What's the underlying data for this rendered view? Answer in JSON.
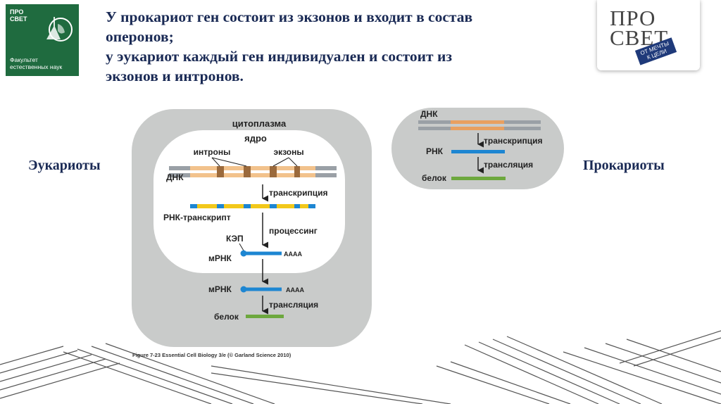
{
  "header": {
    "lines": [
      "У прокариот ген состоит из экзонов и входит в состав",
      "оперонов;",
      "у эукариот каждый ген индивидуален и состоит из",
      "экзонов и интронов."
    ]
  },
  "logo_left": {
    "brand": "ПРО СВЕТ",
    "faculty_line1": "Факультет",
    "faculty_line2": "естественных наук"
  },
  "logo_right": {
    "word_top": "ПРО",
    "word_bottom": "СВЕТ",
    "stamp_line1": "ОТ МЕЧТЫ",
    "stamp_line2": "К ЦЕЛИ"
  },
  "labels": {
    "eukaryotes": "Эукариоты",
    "prokaryotes": "Прокариоты"
  },
  "eukaryote_diagram": {
    "cytoplasm": "цитоплазма",
    "nucleus": "ядро",
    "introns": "интроны",
    "exons": "экзоны",
    "dna": "ДНК",
    "transcription": "транскрипция",
    "rna_transcript": "РНК-транскрипт",
    "cap": "КЭП",
    "processing": "процессинг",
    "mrna_nuclear": "мРНК",
    "polya_nuclear": "AAAA",
    "mrna_cytoplasm": "мРНК",
    "polya_cytoplasm": "AAAA",
    "translation": "трансляция",
    "protein": "белок",
    "caption": "Figure 7-23  Essential Cell Biology 3/e (© Garland Science 2010)"
  },
  "prokaryote_diagram": {
    "dna": "ДНК",
    "transcription": "транскрипция",
    "rna": "РНК",
    "translation": "трансляция",
    "protein": "белок"
  },
  "colors": {
    "title": "#1a2a55",
    "logo_green": "#1f6b3f",
    "cell_gray": "#c9cbca",
    "dna_exon": "#f2c28c",
    "dna_intron": "#9b6a3c",
    "rna_blue": "#1d86d2",
    "rna_yellow": "#f2c81a",
    "protein_green": "#6da83e"
  }
}
